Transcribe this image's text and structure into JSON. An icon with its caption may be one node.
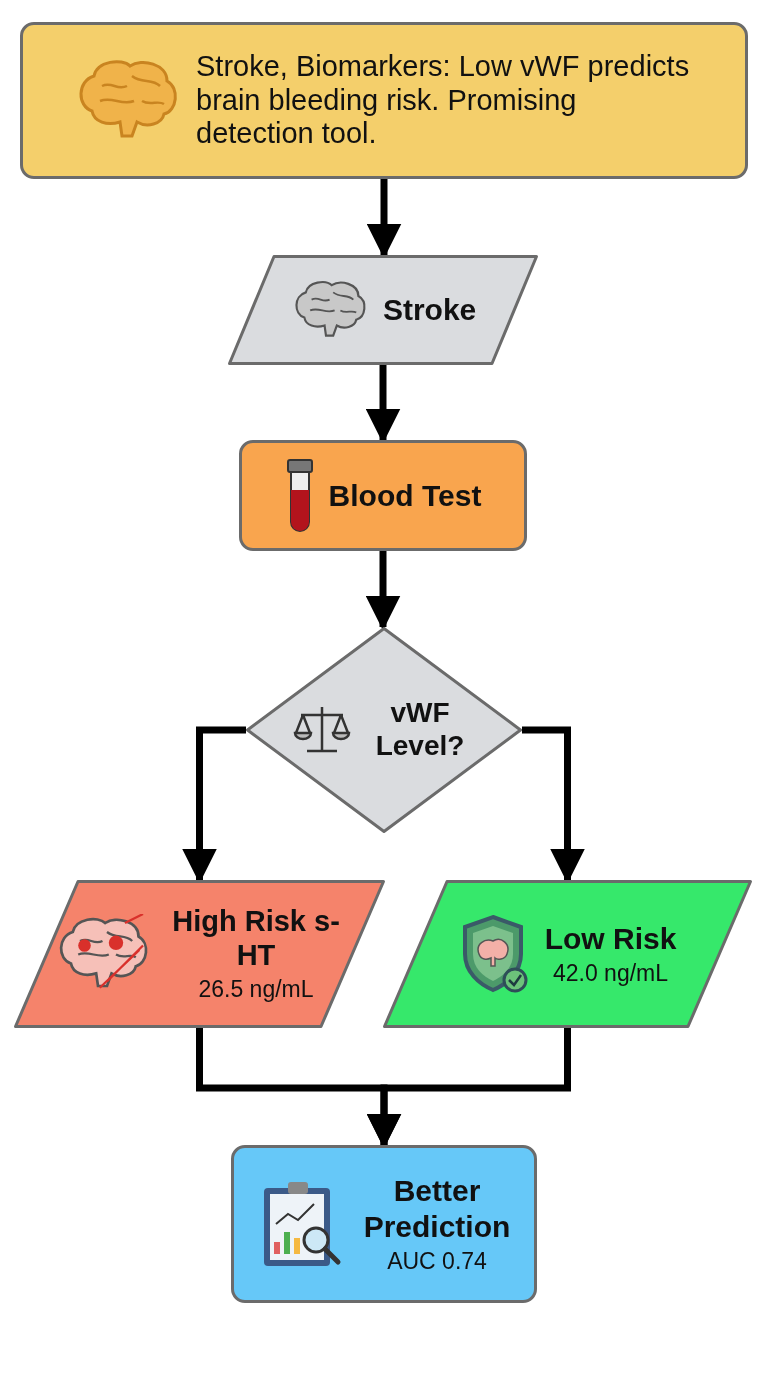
{
  "diagram": {
    "nodes": [
      {
        "text": [
          "Stroke, Biomarkers: Low vWF predicts brain bleeding risk. Promising detection tool."
        ]
      },
      {
        "text": [
          "Stroke"
        ]
      },
      {
        "text": [
          "Blood Test"
        ]
      },
      {
        "text": [
          "vWF Level?"
        ]
      },
      {
        "text": [
          "High Risk s-HT",
          "26.5 ng/mL"
        ]
      },
      {
        "text": [
          "Low Risk",
          "42.0 ng/mL"
        ]
      },
      {
        "text": [
          "Better Prediction",
          "AUC 0.74"
        ]
      }
    ],
    "edges": [
      {
        "from": 0,
        "to": 1,
        "arrow": "to"
      },
      {
        "from": 1,
        "to": 2,
        "arrow": "to"
      },
      {
        "from": 2,
        "to": 3,
        "arrow": "to"
      },
      {
        "from": 3,
        "to": 4,
        "arrow": "to"
      },
      {
        "from": 3,
        "to": 5,
        "arrow": "to"
      },
      {
        "from": 4,
        "to": 6,
        "arrow": "to"
      },
      {
        "from": 5,
        "to": 6,
        "arrow": "to"
      }
    ]
  }
}
